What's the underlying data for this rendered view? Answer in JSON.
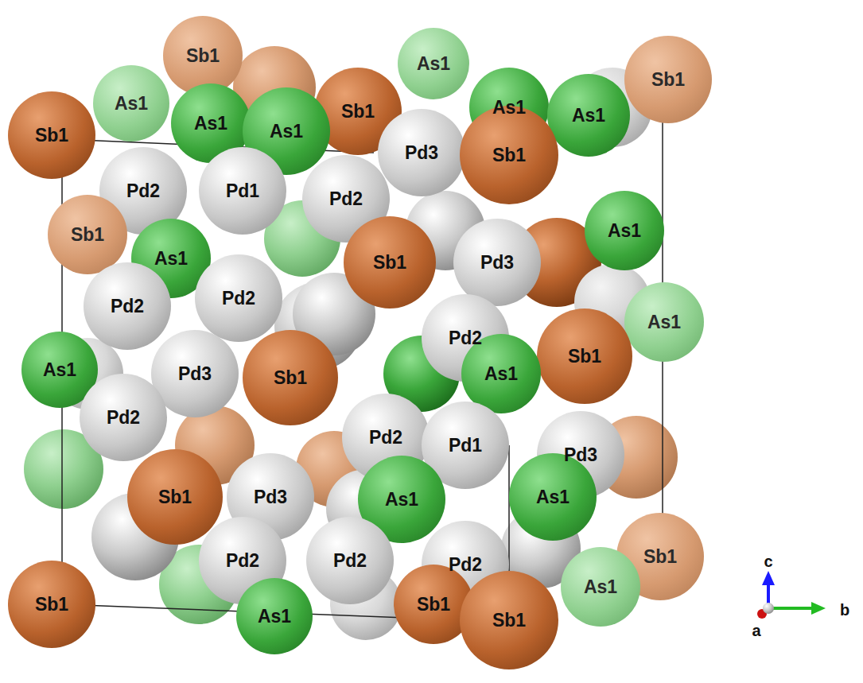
{
  "diagram": {
    "nodes": [
      {
        "text": [
          "Sb1"
        ]
      },
      {
        "text": [
          "As1"
        ]
      },
      {
        "text": [
          "As1"
        ]
      },
      {
        "text": [
          "Sb1"
        ]
      },
      {
        "text": [
          "As1"
        ]
      },
      {
        "text": [
          "As1"
        ]
      },
      {
        "text": [
          "Sb1"
        ]
      },
      {
        "text": [
          "As1"
        ]
      },
      {
        "text": [
          "Sb1"
        ]
      },
      {
        "text": [
          "As1"
        ]
      },
      {
        "text": [
          "Pd3"
        ]
      },
      {
        "text": [
          "Sb1"
        ]
      },
      {
        "text": [
          "Pd2"
        ]
      },
      {
        "text": [
          "Pd1"
        ]
      },
      {
        "text": [
          "Pd2"
        ]
      },
      {
        "text": [
          "Sb1"
        ]
      },
      {
        "text": [
          "As1"
        ]
      },
      {
        "text": [
          "As1"
        ]
      },
      {
        "text": [
          "Pd3"
        ]
      },
      {
        "text": [
          "Sb1"
        ]
      },
      {
        "text": [
          "Pd2"
        ]
      },
      {
        "text": [
          "Pd2"
        ]
      },
      {
        "text": [
          "Pd2"
        ]
      },
      {
        "text": [
          "As1"
        ]
      },
      {
        "text": [
          "Sb1"
        ]
      },
      {
        "text": [
          "As1"
        ]
      },
      {
        "text": [
          "Pd3"
        ]
      },
      {
        "text": [
          "Sb1"
        ]
      },
      {
        "text": [
          "As1"
        ]
      },
      {
        "text": [
          "Pd2"
        ]
      },
      {
        "text": [
          "Pd2"
        ]
      },
      {
        "text": [
          "Pd1"
        ]
      },
      {
        "text": [
          "Pd3"
        ]
      },
      {
        "text": [
          "Sb1"
        ]
      },
      {
        "text": [
          "Pd3"
        ]
      },
      {
        "text": [
          "As1"
        ]
      },
      {
        "text": [
          "As1"
        ]
      },
      {
        "text": [
          "Pd2"
        ]
      },
      {
        "text": [
          "Pd2"
        ]
      },
      {
        "text": [
          "Pd2"
        ]
      },
      {
        "text": [
          "Sb1"
        ]
      },
      {
        "text": [
          "As1"
        ]
      },
      {
        "text": [
          "Sb1"
        ]
      },
      {
        "text": [
          "Sb1"
        ]
      },
      {
        "text": [
          "As1"
        ]
      },
      {
        "text": [
          "Sb1"
        ]
      }
    ],
    "labels": [
      "c",
      "b",
      "a"
    ]
  }
}
